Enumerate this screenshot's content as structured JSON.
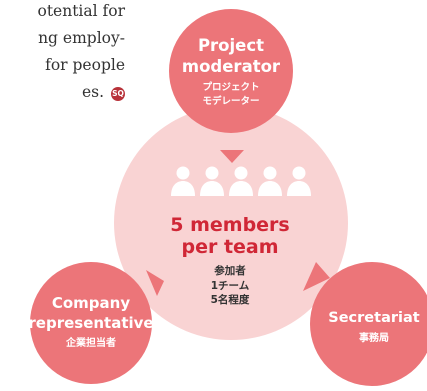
{
  "body_text": {
    "lines": [
      "otential  for",
      "ng  employ-",
      "for people",
      "es."
    ],
    "badge": "SQ"
  },
  "nodes": {
    "moderator": {
      "en_lines": [
        "Project",
        "moderator"
      ],
      "jp_lines": [
        "プロジェクト",
        "モデレーター"
      ]
    },
    "company": {
      "en_lines": [
        "Company",
        "representative"
      ],
      "jp": "企業担当者"
    },
    "secretariat": {
      "en": "Secretariat",
      "jp": "事務局"
    }
  },
  "center": {
    "en_lines": [
      "5 members",
      "per team"
    ],
    "jp_lines": [
      "参加者",
      "1チーム",
      "5名程度"
    ]
  },
  "colors": {
    "node_fill": "#ec7579",
    "center_fill": "#f9d3d3",
    "people_icon": "#ffffff",
    "center_title": "#d02736",
    "arrow": "#ec7579"
  }
}
